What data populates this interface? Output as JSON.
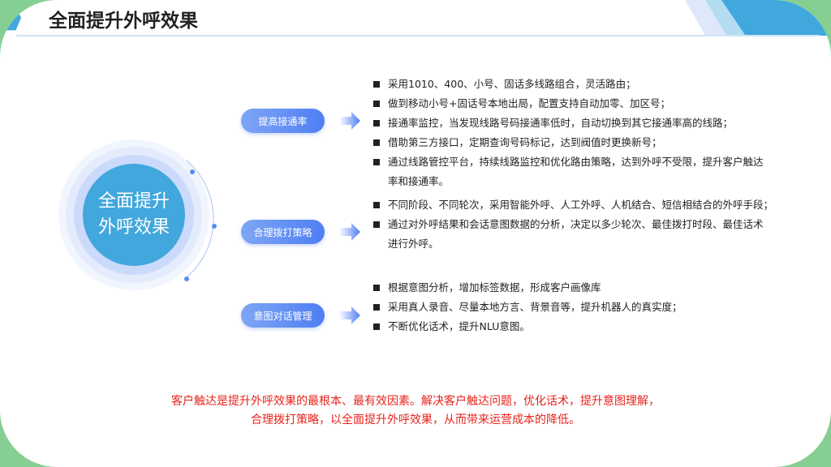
{
  "header": {
    "title": "全面提升外呼效果"
  },
  "center": {
    "label": "全面提升外呼效果"
  },
  "sections": [
    {
      "label": "提高接通率",
      "items": [
        "采用1010、400、小号、固话多线路组合，灵活路由；",
        "做到移动小号+固话号本地出局，配置支持自动加零、加区号；",
        "接通率监控，当发现线路号码接通率低时，自动切换到其它接通率高的线路；",
        "借助第三方接口，定期查询号码标记，达到阀值时更换新号；",
        "通过线路管控平台，持续线路监控和优化路由策略，达到外呼不受限，提升客户触达",
        "率和接通率。"
      ]
    },
    {
      "label": "合理拨打策略",
      "items": [
        "不同阶段、不同轮次，采用智能外呼、人工外呼、人机结合、短信相结合的外呼手段；",
        "通过对外呼结果和会话意图数据的分析，决定以多少轮次、最佳拨打时段、最佳话术",
        "进行外呼。"
      ]
    },
    {
      "label": "意图对话管理",
      "items": [
        "根据意图分析，增加标签数据，形成客户画像库",
        "采用真人录音、尽量本地方言、背景音等，提升机器人的真实度；",
        "不断优化话术，提升NLU意图。"
      ]
    }
  ],
  "note": {
    "line1": "客户触达是提升外呼效果的最根本、最有效因素。解决客户触达问题，优化话术，提升意图理解，",
    "line2": "合理拨打策略，以全面提升外呼效果，从而带来运营成本的降低。"
  },
  "colors": {
    "accent": "#42a7dc",
    "pill": "#5b86f3",
    "note": "#e8231b",
    "frame": "#86cf92"
  }
}
